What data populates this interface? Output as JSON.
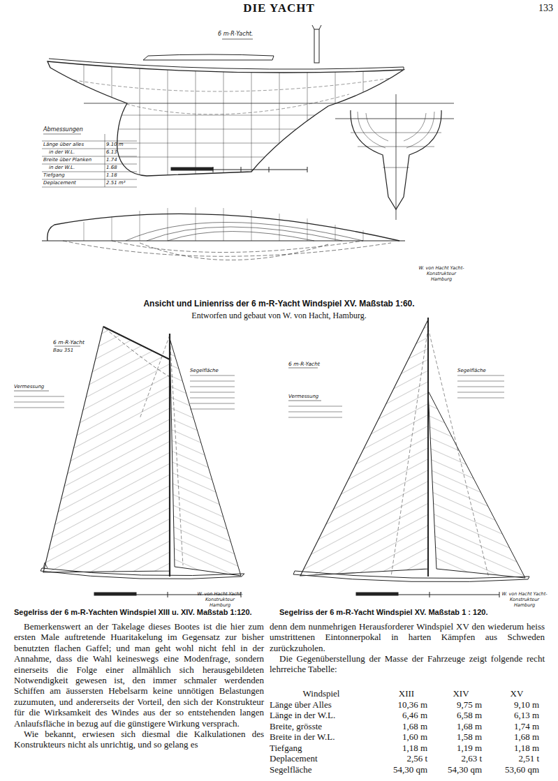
{
  "diagram": {
    "title": "DIE YACHT",
    "caption": "Ansicht und Linienriss der 6 m-R-Yacht Windspiel XV. Maßstab 1:60.",
    "labels": [
      "133",
      "6 m-R-Yacht.",
      "Abmessungen",
      "Länge über alles",
      "9.10 m",
      "in der W.L.",
      "6.13",
      "Breite über Planken",
      "1.74",
      "in der W.L.",
      "1.68",
      "Tiefgang",
      "1.18",
      "Deplacement",
      "2.51 m³",
      "W. von Hacht Yacht-Konstrukteur Hamburg",
      "Entworfen und gebaut von W. von Hacht, Hamburg.",
      "6 m-R-Yacht",
      "Bau 351",
      "Vermessung",
      "Segelfläche",
      "W. von Hacht Yacht-Konstrukteur Hamburg",
      "Segelriss der 6 m-R-Yachten Windspiel XIII u. XIV. Maßstab 1:120.",
      "6 m-R-Yacht",
      "Vermessung",
      "Segelfläche",
      "W. von Hacht Yacht-Konstrukteur Hamburg",
      "Segelriss der 6 m-R-Yacht Windspiel XV. Maßstab 1 : 120.",
      "Bemerkenswert an der Takelage dieses Bootes ist die hier zum ersten Male auftretende Huaritakelung im Gegensatz zur bisher benutzten flachen Gaffel; und man geht wohl nicht fehl in der Annahme, dass die Wahl keineswegs eine Modenfrage, sondern einerseits die Folge einer allmählich sich herausgebildeten Notwendigkeit gewesen ist, den immer schmaler werdenden Schiffen am äussersten Hebelsarm keine unnötigen Belastungen zuzumuten, und andererseits der Vorteil, den sich der Konstrukteur für die Wirksamkeit des Windes aus der so entstehenden langen Anlaufsfläche in bezug auf die günstigere Wirkung versprach.",
      "Wie bekannt, erwiesen sich diesmal die Kalkulationen des Konstrukteurs nicht als unrichtig, und so gelang es",
      "denn dem nunmehrigen Herausforderer Windspiel XV den wiederum heiss umstrittenen Eintonnerpokal in harten Kämpfen aus Schweden zurückzuholen.",
      "Die Gegenüberstellung der Masse der Fahrzeuge zeigt folgende recht lehrreiche Tabelle:",
      "Windspiel",
      "XIII",
      "XIV",
      "XV",
      "Länge über Alles",
      "10,36 m",
      "9,75 m",
      "9,10 m",
      "Länge in der W.L.",
      "6,46 m",
      "6,58 m",
      "6,13 m",
      "Breite, grösste",
      "1,68 m",
      "1,68 m",
      "1,74 m",
      "Breite in der W.L.",
      "1,60 m",
      "1,58 m",
      "1,68 m",
      "Tiefgang",
      "1,18 m",
      "1,19 m",
      "1,18 m",
      "Deplacement",
      "2,56 t",
      "2,63 t",
      "2,51 t",
      "Segelfläche",
      "54,30 qm",
      "54,30 qm",
      "53,60 qm"
    ]
  }
}
